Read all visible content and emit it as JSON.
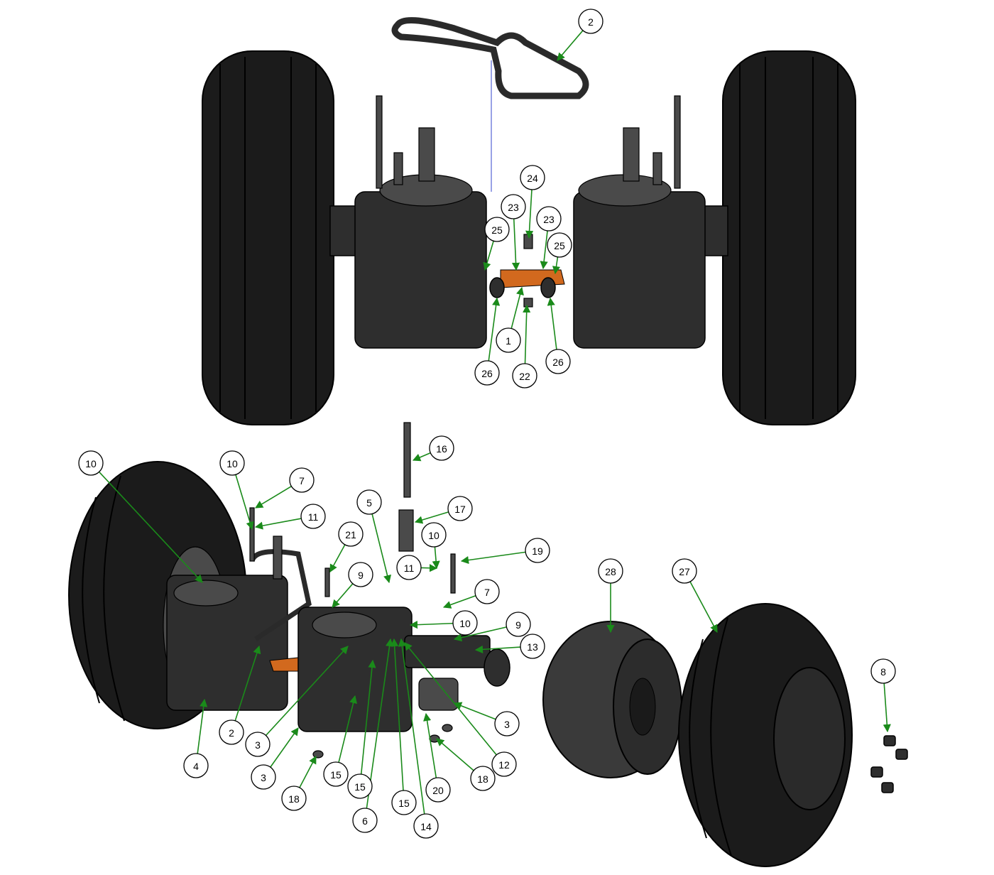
{
  "diagram": {
    "colors": {
      "leader": "#1a8a1a",
      "accent_part": "#d2691e",
      "parts": "#1b1b1b"
    },
    "callouts": [
      "2",
      "24",
      "23",
      "23",
      "25",
      "25",
      "1",
      "22",
      "26",
      "26",
      "10",
      "10",
      "7",
      "11",
      "16",
      "5",
      "17",
      "21",
      "10",
      "19",
      "11",
      "9",
      "7",
      "10",
      "9",
      "13",
      "28",
      "27",
      "8",
      "3",
      "12",
      "18",
      "20",
      "14",
      "15",
      "6",
      "15",
      "15",
      "18",
      "3",
      "3",
      "2",
      "4"
    ]
  }
}
